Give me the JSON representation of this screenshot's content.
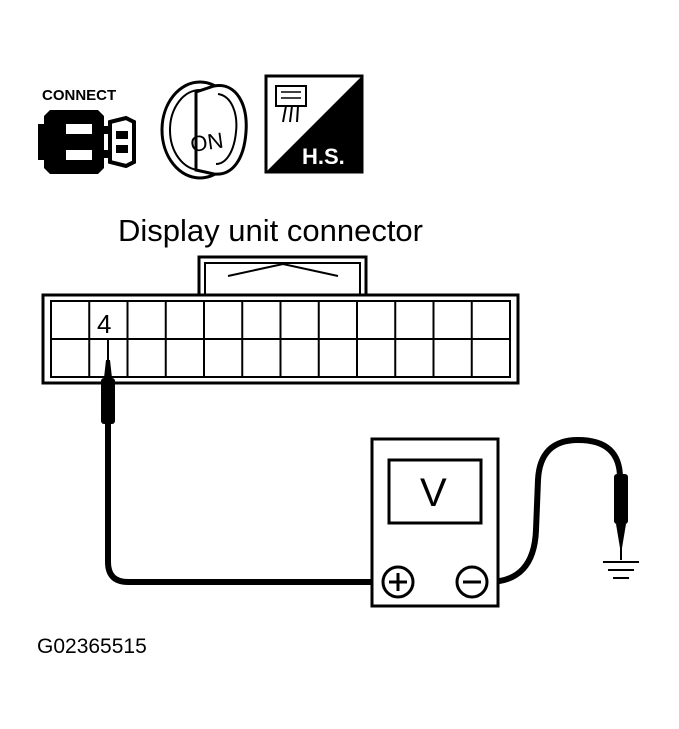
{
  "icons": {
    "connect_label": "CONNECT",
    "connect_icon": "connector-connect-icon",
    "ignition_label": "ON",
    "ignition_icon": "ignition-key-on-icon",
    "harness_label": "H.S.",
    "harness_icon": "harness-side-icon"
  },
  "diagram": {
    "title": "Display unit connector",
    "pin_label": "4",
    "meter_label": "V",
    "plus_symbol": "+",
    "minus_symbol": "−",
    "ground_icon": "ground-symbol-icon"
  },
  "figure_id": "G02365515"
}
